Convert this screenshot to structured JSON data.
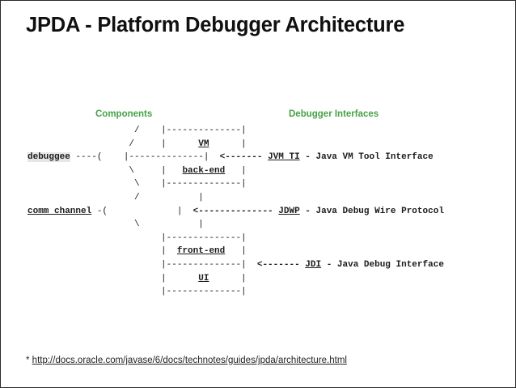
{
  "slide": {
    "title": "JPDA - Platform Debugger Architecture",
    "border_color": "#2b2b2b",
    "background": "#ffffff"
  },
  "headings": {
    "components": "Components",
    "debugger_interfaces": "Debugger Interfaces",
    "color": "#47a247"
  },
  "diagram": {
    "type": "ascii-art",
    "components": {
      "debuggee_label": "debuggee",
      "comm_channel_label": "comm channel",
      "boxes": [
        {
          "name": "vm-box",
          "rows": [
            "VM",
            "back-end"
          ]
        },
        {
          "name": "frontend-box",
          "rows": [
            "front-end",
            "UI"
          ]
        }
      ],
      "box_top_rule": "|--------------|",
      "box_side": "|",
      "connector_debuggee": "----(",
      "connector_comm": "-(",
      "branch_up": "/",
      "branch_down": "\\",
      "vertical": "|"
    },
    "interfaces": [
      {
        "arrow": "<-------",
        "abbr": "JVM TI",
        "dash": "-",
        "name": "Java VM Tool Interface"
      },
      {
        "arrow": "<--------------",
        "abbr": "JDWP",
        "dash": "-",
        "name": "Java Debug Wire Protocol"
      },
      {
        "arrow": "<-------",
        "abbr": "JDI",
        "dash": "-",
        "name": "Java Debug Interface"
      }
    ],
    "rows": [
      [
        {
          "text": "                    /    |--------------|",
          "style": "plain"
        }
      ],
      [
        {
          "text": "                   /     |      ",
          "style": "plain"
        },
        {
          "text": "VM",
          "style": "underline"
        },
        {
          "text": "      |",
          "style": "plain"
        }
      ],
      [
        {
          "text": "",
          "style": "plain"
        },
        {
          "text": "debuggee",
          "style": "link"
        },
        {
          "text": " ----(    |--------------|  ",
          "style": "plain"
        },
        {
          "text": "<-------",
          "style": "bold"
        },
        {
          "text": " ",
          "style": "plain"
        },
        {
          "text": "JVM TI",
          "style": "iface"
        },
        {
          "text": " - Java VM Tool Interface",
          "style": "bold"
        }
      ],
      [
        {
          "text": "                   \\     |   ",
          "style": "plain"
        },
        {
          "text": "back-end",
          "style": "underline"
        },
        {
          "text": "   |",
          "style": "plain"
        }
      ],
      [
        {
          "text": "                    \\    |--------------|",
          "style": "plain"
        }
      ],
      [
        {
          "text": "                    /           |",
          "style": "plain"
        }
      ],
      [
        {
          "text": "",
          "style": "plain"
        },
        {
          "text": "comm channel",
          "style": "underline"
        },
        {
          "text": " -(             |  ",
          "style": "plain"
        },
        {
          "text": "<--------------",
          "style": "bold"
        },
        {
          "text": " ",
          "style": "plain"
        },
        {
          "text": "JDWP",
          "style": "iface"
        },
        {
          "text": " - Java Debug Wire Protocol",
          "style": "bold"
        }
      ],
      [
        {
          "text": "                    \\           |",
          "style": "plain"
        }
      ],
      [
        {
          "text": "                         |--------------|",
          "style": "plain"
        }
      ],
      [
        {
          "text": "                         |  ",
          "style": "plain"
        },
        {
          "text": "front-end",
          "style": "underline"
        },
        {
          "text": "   |",
          "style": "plain"
        }
      ],
      [
        {
          "text": "                         |--------------|  ",
          "style": "plain"
        },
        {
          "text": "<-------",
          "style": "bold"
        },
        {
          "text": " ",
          "style": "plain"
        },
        {
          "text": "JDI",
          "style": "iface"
        },
        {
          "text": " - Java Debug Interface",
          "style": "bold"
        }
      ],
      [
        {
          "text": "                         |      ",
          "style": "plain"
        },
        {
          "text": "UI",
          "style": "underline"
        },
        {
          "text": "      |",
          "style": "plain"
        }
      ],
      [
        {
          "text": "                         |--------------|",
          "style": "plain"
        }
      ]
    ]
  },
  "footer": {
    "marker": "* ",
    "url": "http://docs.oracle.com/javase/6/docs/technotes/guides/jpda/architecture.html"
  }
}
